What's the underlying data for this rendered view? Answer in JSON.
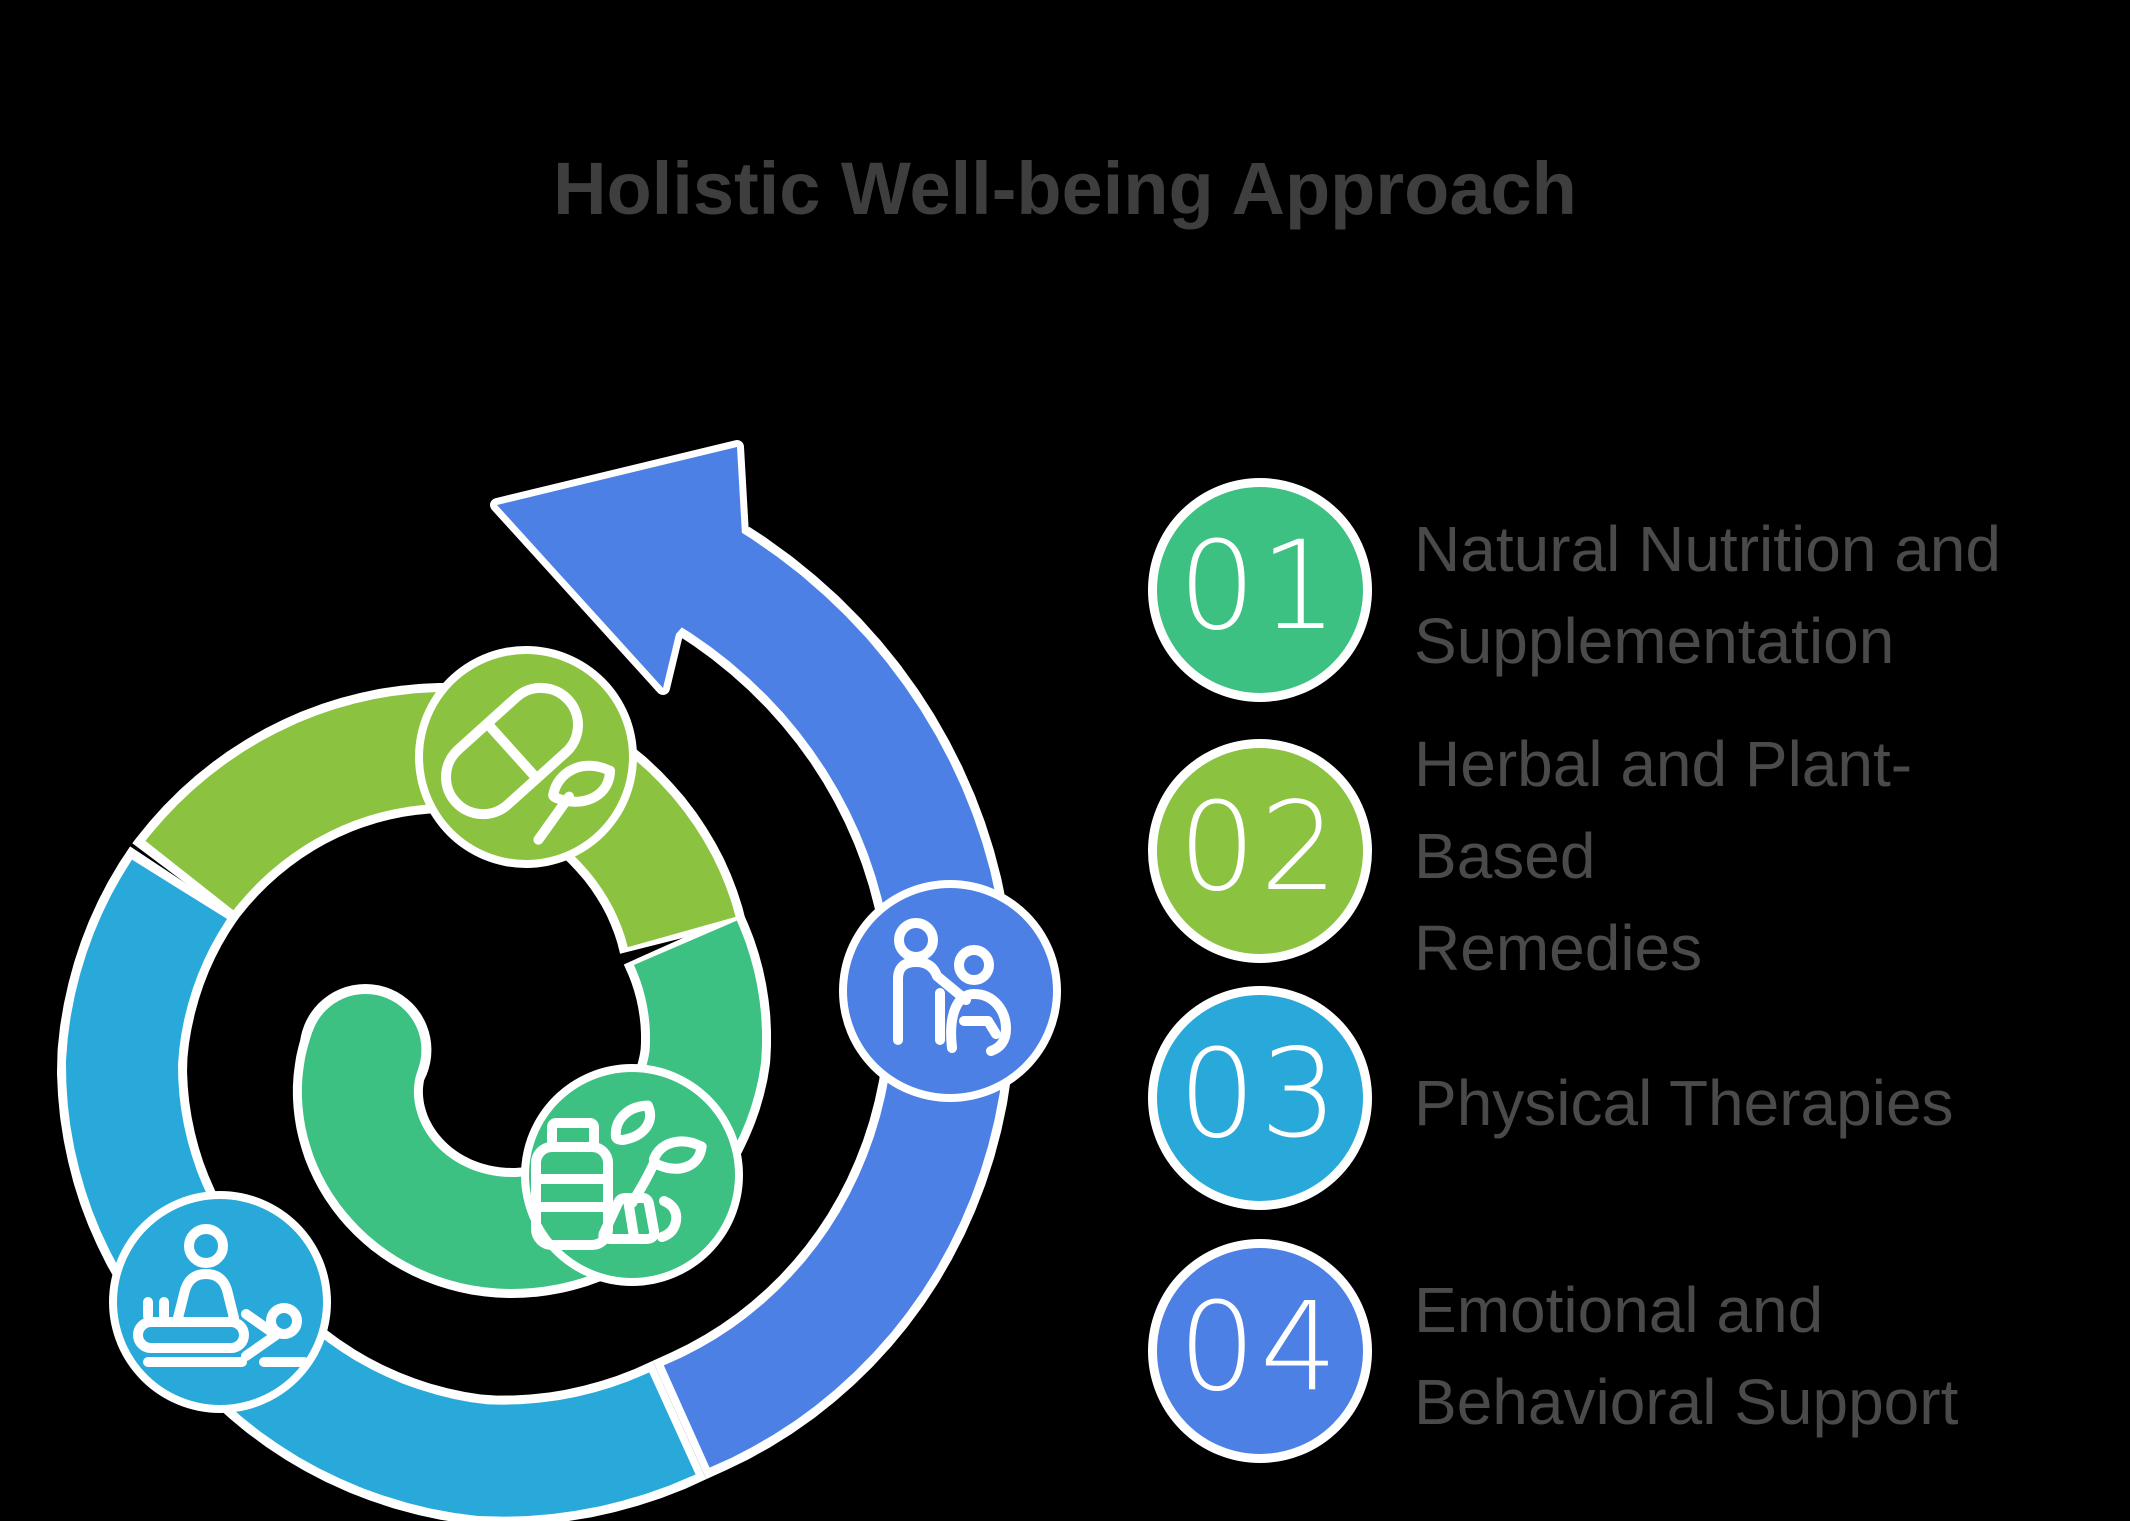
{
  "page": {
    "background": "#000000",
    "title": "Holistic Well-being Approach",
    "title_color": "#3E3E3E"
  },
  "palette": {
    "green": "#3CC183",
    "olive": "#8BC240",
    "cyan": "#29A9D9",
    "blue": "#4C80E4",
    "outline": "#FFFFFF",
    "label_gray": "#4A4A4A",
    "number_white": "#FFFFFF"
  },
  "diagram": {
    "type": "circular-process-spiral-arrow",
    "arrow_direction": "counter-clockwise",
    "nodes": [
      {
        "step": "01",
        "icon": "supplement-bottle-leaves-icon",
        "color_key": "green",
        "meaning": "Natural Nutrition and Supplementation"
      },
      {
        "step": "02",
        "icon": "capsule-leaf-icon",
        "color_key": "olive",
        "meaning": "Herbal and Plant-Based Remedies"
      },
      {
        "step": "03",
        "icon": "massage-table-icon",
        "color_key": "cyan",
        "meaning": "Physical Therapies"
      },
      {
        "step": "04",
        "icon": "caregiver-support-icon",
        "color_key": "blue",
        "meaning": "Emotional and Behavioral Support"
      }
    ]
  },
  "list": {
    "items": [
      {
        "number": "01",
        "color": "#3CC183",
        "label_lines": [
          "Natural Nutrition and",
          "Supplementation"
        ]
      },
      {
        "number": "02",
        "color": "#8BC240",
        "label_lines": [
          "Herbal and Plant-Based",
          "Remedies"
        ]
      },
      {
        "number": "03",
        "color": "#29A9D9",
        "label_lines": [
          "Physical Therapies"
        ]
      },
      {
        "number": "04",
        "color": "#4C80E4",
        "label_lines": [
          "Emotional and",
          "Behavioral Support"
        ]
      }
    ]
  }
}
